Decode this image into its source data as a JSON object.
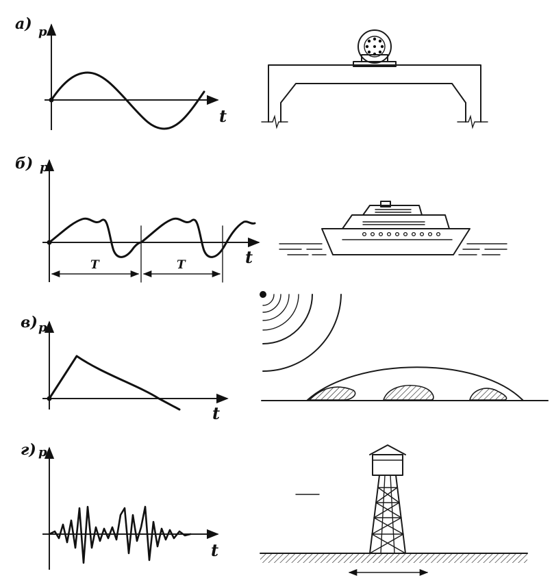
{
  "panels": [
    {
      "id": "a",
      "label": "a)",
      "y_axis": "p",
      "x_axis": "t"
    },
    {
      "id": "b",
      "label": "б)",
      "y_axis": "p",
      "x_axis": "t",
      "period_label": "T"
    },
    {
      "id": "v",
      "label": "в)",
      "y_axis": "p",
      "x_axis": "t"
    },
    {
      "id": "g",
      "label": "г)",
      "y_axis": "p",
      "x_axis": "t"
    }
  ]
}
